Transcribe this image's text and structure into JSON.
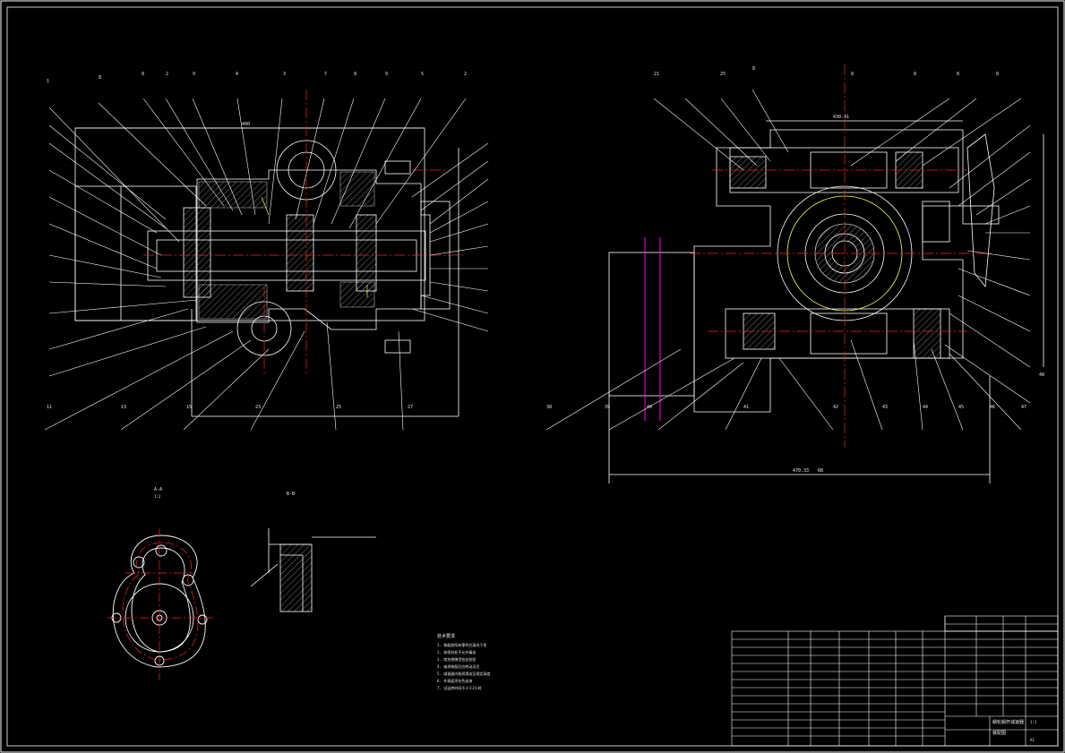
{
  "drawing": {
    "background": "#000000",
    "colors": {
      "outline": "#ffffff",
      "centerline": "#ff2020",
      "hatch": "#c8c8c8",
      "dimension": "#ffffff",
      "accent_magenta": "#ff00ff",
      "accent_yellow": "#ffff40",
      "accent_green": "#40ff40"
    },
    "left_view": {
      "dim_top": "400",
      "callouts_top": [
        "8",
        "2",
        "9",
        "4",
        "3",
        "7",
        "8",
        "9",
        "5",
        "2",
        "8",
        "1"
      ],
      "callouts_bottom": [
        "11",
        "13",
        "15",
        "23",
        "25",
        "27"
      ]
    },
    "right_view": {
      "dim_top": "430.41",
      "dim_bottom": "470.33",
      "dim_bottom_suffix": "R8",
      "callouts_top": [
        "21",
        "25",
        "8",
        "8",
        "8",
        "8",
        "8"
      ],
      "callouts_bottom": [
        "38",
        "39",
        "40",
        "41",
        "42",
        "43",
        "44",
        "45",
        "46",
        "47",
        "48"
      ]
    },
    "section_a": {
      "title": "A-A",
      "subtitle": "1:2"
    },
    "section_b": {
      "title": "B-B"
    },
    "tech_notes": {
      "heading": "技术要求",
      "lines": [
        "1. 装配前所有零件应清洗干净",
        "2. 各密封处不允许漏油",
        "3. 啮合侧隙用铅丝检验",
        "4. 轴承装配后应转动灵活",
        "5. 减速器内装润滑油至规定高度",
        "6. 外表面涂灰色油漆",
        "7. 试运转时间不少于2小时"
      ]
    },
    "title_block": {
      "name": "蜗轮蜗杆减速器",
      "drawing_no": "装配图",
      "scale": "1:1",
      "sheet": "A1"
    }
  }
}
